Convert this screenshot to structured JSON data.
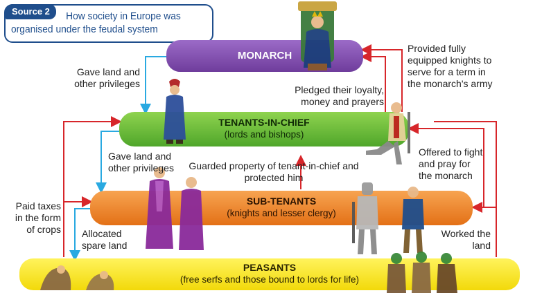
{
  "source": {
    "tag": "Source 2",
    "caption": "How society in Europe was organised under the feudal system"
  },
  "levels": {
    "monarch": {
      "title": "MONARCH"
    },
    "tenants_in_chief": {
      "title": "TENANTS-IN-CHIEF",
      "subtitle": "(lords and bishops)"
    },
    "sub_tenants": {
      "title": "SUB-TENANTS",
      "subtitle": "(knights and lesser clergy)"
    },
    "peasants": {
      "title": "PEASANTS",
      "subtitle": "(free serfs and those bound to lords for life)"
    }
  },
  "labels": {
    "monarch_gave": "Gave land and other privileges",
    "pledged": "Pledged their loyalty, money and prayers",
    "provided_knights": "Provided fully equipped knights to serve for a term in the monarch's army",
    "tenants_gave": "Gave land and other privileges",
    "guarded": "Guarded property of tenant-in-chief and protected him",
    "offered": "Offered to fight and pray for the monarch",
    "paid_taxes": "Paid taxes in the form of crops",
    "allocated": "Allocated spare land",
    "worked": "Worked the land"
  },
  "colors": {
    "monarch": "#7b48a8",
    "tenants": "#5cb536",
    "sub_tenants": "#ec8526",
    "peasants": "#f6e21c",
    "down_arrow": "#29a9e1",
    "up_arrow": "#d7262a",
    "source_blue": "#1f4e8c"
  }
}
